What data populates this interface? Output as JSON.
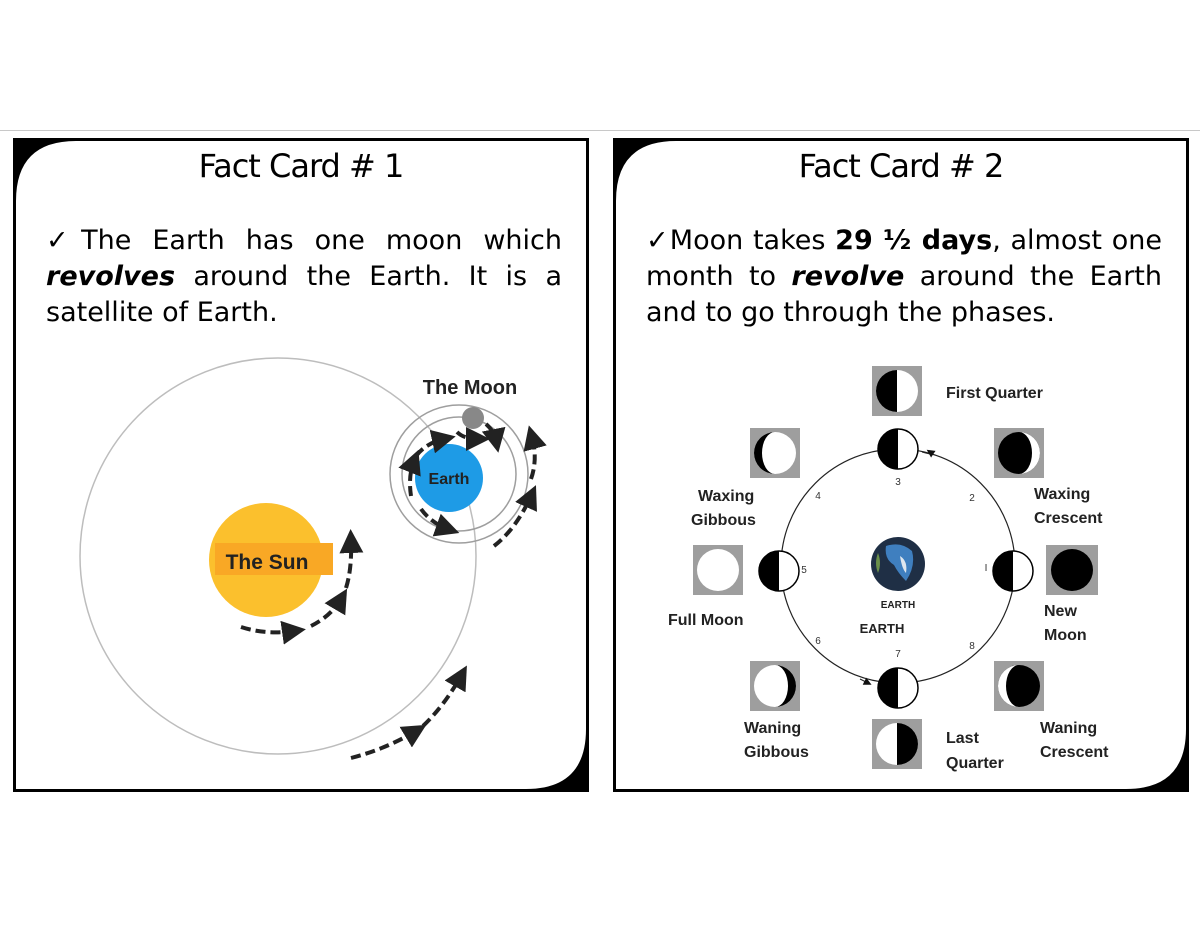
{
  "card1": {
    "title": "Fact Card # 1",
    "text_check": "✓",
    "text_a": "The Earth has one moon which ",
    "text_b_italic": "revolves",
    "text_c": " around the Earth.  It is a satellite of Earth.",
    "labels": {
      "moon": "The Moon",
      "earth": "Earth",
      "sun": "The Sun"
    },
    "colors": {
      "sun": "#fbc02d",
      "sun_band": "#f9a825",
      "earth": "#1e9be6",
      "moon": "#888888"
    }
  },
  "card2": {
    "title": "Fact Card # 2",
    "text_check": "✓",
    "text_a": "Moon takes ",
    "text_b_bold": "29 ½ days",
    "text_c": ", almost one month to ",
    "text_d_italic": "revolve",
    "text_e": " around the Earth and to go through the phases.",
    "earth_label_small": "EARTH",
    "earth_label": "EARTH",
    "phases": [
      {
        "name": "First Quarter",
        "number": "3"
      },
      {
        "name": "Waxing Crescent",
        "number": "2"
      },
      {
        "name": "New Moon",
        "number": "I"
      },
      {
        "name": "Waning Crescent",
        "number": "8"
      },
      {
        "name": "Last Quarter",
        "number": "7"
      },
      {
        "name": "Waning Gibbous",
        "number": "6"
      },
      {
        "name": "Full Moon",
        "number": "5"
      },
      {
        "name": "Waxing Gibbous",
        "number": "4"
      }
    ],
    "label_lines": {
      "first_quarter": "First Quarter",
      "waxing_crescent_1": "Waxing",
      "waxing_crescent_2": "Crescent",
      "new_moon_1": "New",
      "new_moon_2": "Moon",
      "waning_crescent_1": "Waning",
      "waning_crescent_2": "Crescent",
      "last_quarter_1": "Last",
      "last_quarter_2": "Quarter",
      "waning_gibbous_1": "Waning",
      "waning_gibbous_2": "Gibbous",
      "full_moon": "Full Moon",
      "waxing_gibbous_1": "Waxing",
      "waxing_gibbous_2": "Gibbous"
    }
  }
}
